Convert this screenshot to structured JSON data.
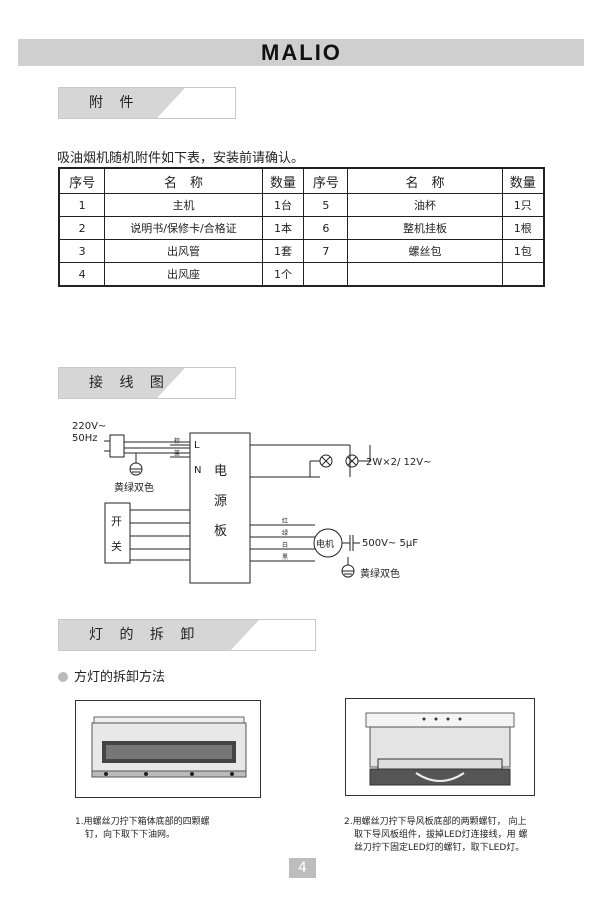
{
  "brand": "MALIO",
  "section1": {
    "title": "附 件"
  },
  "intro": "吸油烟机随机附件如下表，安装前请确认。",
  "table": {
    "headers": [
      "序号",
      "名　称",
      "数量",
      "序号",
      "名　称",
      "数量"
    ],
    "rows": [
      [
        "1",
        "主机",
        "1台",
        "5",
        "油杯",
        "1只"
      ],
      [
        "2",
        "说明书/保修卡/合格证",
        "1本",
        "6",
        "整机挂板",
        "1根"
      ],
      [
        "3",
        "出风管",
        "1套",
        "7",
        "螺丝包",
        "1包"
      ],
      [
        "4",
        "出风座",
        "1个",
        "",
        "",
        ""
      ]
    ]
  },
  "section2": {
    "title": "接 线 图"
  },
  "wiring": {
    "power": "220V~",
    "freq": "50Hz",
    "wire_brown": "棕",
    "wire_blue": "蓝",
    "terminal_l": "L",
    "terminal_n": "N",
    "earth_label_1": "黄绿双色",
    "board": [
      "电",
      "源",
      "板"
    ],
    "switch": [
      "开",
      "关"
    ],
    "lamp_spec": "2W×2/ 12V~",
    "motor_wires": [
      "红",
      "绿",
      "白",
      "黑"
    ],
    "motor": "电机",
    "capacitor_spec": "500V~ 5μF",
    "earth_label_2": "黄绿双色"
  },
  "section3": {
    "title": "灯 的 拆 卸"
  },
  "subsection": "方灯的拆卸方法",
  "steps": [
    {
      "line1": "1.用螺丝刀拧下箱体底部的四颗螺",
      "line2": "钉，向下取下下油网。"
    },
    {
      "line1": "2.用螺丝刀拧下导风板底部的两颗螺钉， 向上",
      "line2": "取下导风板组件，拔掉LED灯连接线，用 螺",
      "line3": "丝刀拧下固定LED灯的螺钉，取下LED灯。"
    }
  ],
  "page": "4"
}
